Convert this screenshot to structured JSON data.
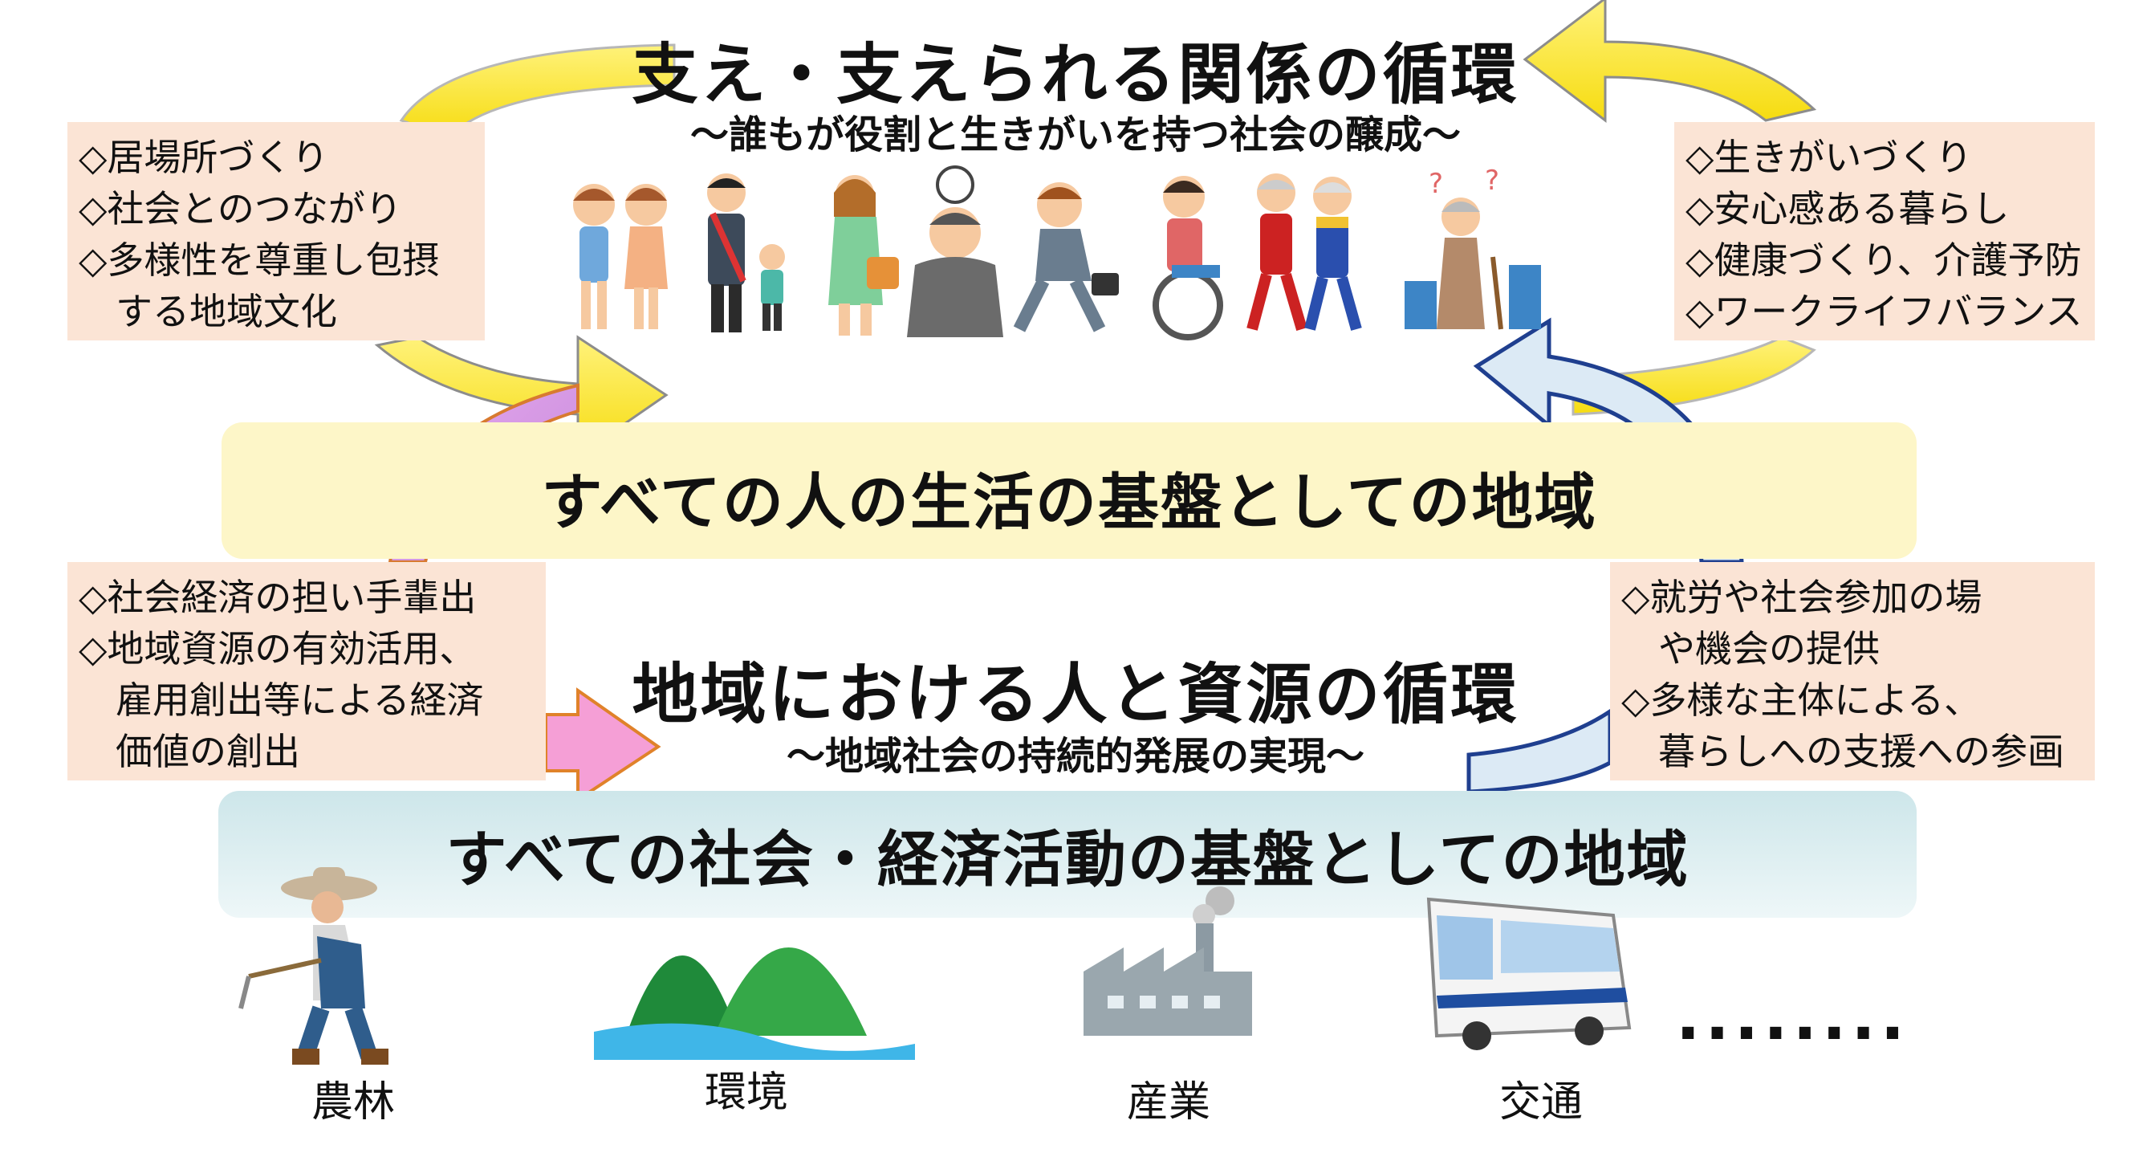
{
  "top_cycle": {
    "title": "支え・支えられる関係の循環",
    "subtitle": "～誰もが役割と生きがいを持つ社会の醸成～"
  },
  "notes_top_left": [
    "◇居場所づくり",
    "◇社会とのつながり",
    "◇多様性を尊重し包摂",
    "　する地域文化"
  ],
  "notes_top_right": [
    "◇生きがいづくり",
    "◇安心感ある暮らし",
    "◇健康づくり、介護予防",
    "◇ワークライフバランス"
  ],
  "band_top": "すべての人の生活の基盤としての地域",
  "notes_bottom_left": [
    "◇社会経済の担い手輩出",
    "◇地域資源の有効活用、",
    "　雇用創出等による経済",
    "　価値の創出"
  ],
  "notes_bottom_right": [
    "◇就労や社会参加の場",
    "　や機会の提供",
    "◇多様な主体による、",
    "　暮らしへの支援への参画"
  ],
  "middle_cycle": {
    "title": "地域における人と資源の循環",
    "subtitle": "～地域社会の持続的発展の実現～"
  },
  "band_bottom": "すべての社会・経済活動の基盤としての地域",
  "sectors": {
    "agriculture": "農林",
    "environment": "環境",
    "industry": "産業",
    "transport": "交通",
    "more": "........"
  },
  "colors": {
    "yellow_arrow": "#fbe83a",
    "pink_arrow": "#f59fd6",
    "blue_arrow": "#dceaf5",
    "note_bg": "#fbe4d5"
  }
}
